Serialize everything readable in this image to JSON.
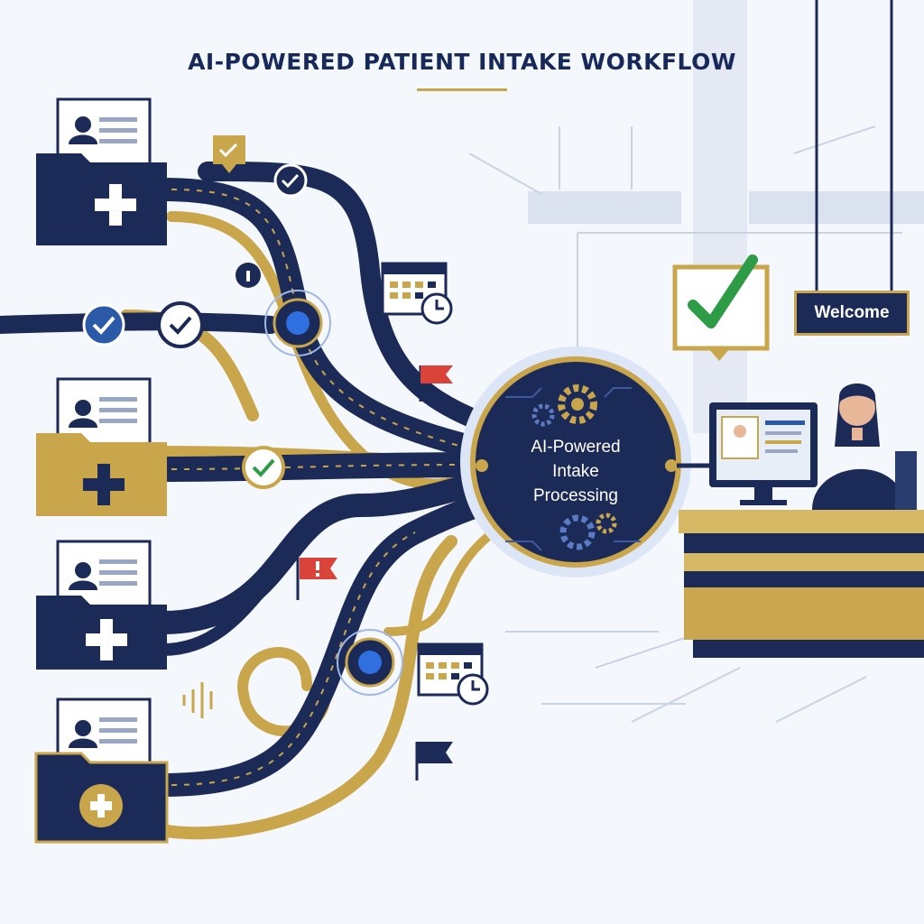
{
  "header": {
    "title": "AI-POWERED PATIENT INTAKE WORKFLOW"
  },
  "hub": {
    "lines": [
      "AI-Powered",
      "Intake",
      "Processing"
    ]
  },
  "reception": {
    "sign_label": "Welcome"
  },
  "colors": {
    "navy": "#1b2a57",
    "gold": "#c9a64b",
    "blue_node": "#2f6fe0",
    "check_green": "#2e9b47",
    "flag_red": "#d9433a",
    "background": "#f4f7fb"
  },
  "patient_files": [
    {
      "folder_color": "navy",
      "avatar": "person-icon",
      "badge": "medical-cross-icon"
    },
    {
      "folder_color": "gold",
      "avatar": "person-icon",
      "badge": "medical-cross-icon"
    },
    {
      "folder_color": "navy",
      "avatar": "person-icon",
      "badge": "medical-cross-icon"
    },
    {
      "folder_color": "navy",
      "avatar": "person-icon",
      "badge": "medical-cross-icon"
    }
  ]
}
